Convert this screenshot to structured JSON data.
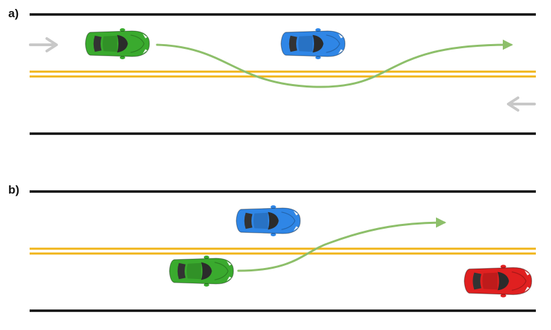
{
  "panels": [
    {
      "label": "a)",
      "scenario": "passing-into-oncoming-lane",
      "cars": [
        {
          "role": "ego",
          "color": "#3aaa2e",
          "heading": "right",
          "lane": "top"
        },
        {
          "role": "lead",
          "color": "#2f86e6",
          "heading": "right",
          "lane": "top"
        }
      ],
      "direction_arrows": [
        "top-lane-rightward",
        "bottom-lane-leftward"
      ]
    },
    {
      "label": "b)",
      "scenario": "lane-change-behind-car",
      "cars": [
        {
          "role": "ego",
          "color": "#3aaa2e",
          "heading": "right",
          "lane": "bottom"
        },
        {
          "role": "other",
          "color": "#2f86e6",
          "heading": "right",
          "lane": "top"
        },
        {
          "role": "oncoming",
          "color": "#e02020",
          "heading": "right",
          "lane": "bottom"
        }
      ]
    }
  ],
  "colors": {
    "road_edge": "#111111",
    "center_line": "#f0b418",
    "trajectory": "#8dbf6a",
    "direction_arrow": "#c8c8c8"
  }
}
